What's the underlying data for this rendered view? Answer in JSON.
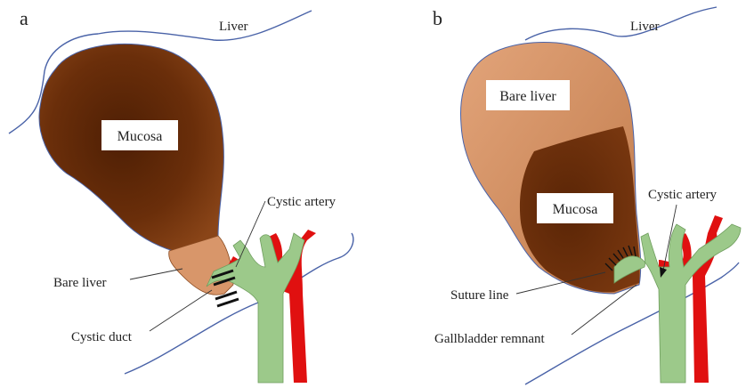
{
  "panels": [
    {
      "letter": "a",
      "labels": {
        "liver": "Liver",
        "mucosa": "Mucosa",
        "cystic_artery": "Cystic artery",
        "bare_liver": "Bare liver",
        "cystic_duct": "Cystic duct"
      }
    },
    {
      "letter": "b",
      "labels": {
        "liver": "Liver",
        "bare_liver": "Bare liver",
        "mucosa": "Mucosa",
        "cystic_artery": "Cystic artery",
        "suture_line": "Suture line",
        "gallbladder_remnant": "Gallbladder remnant"
      }
    }
  ],
  "colors": {
    "mucosa_dark": "#5a2506",
    "mucosa_mid": "#7a3810",
    "bare_liver": "#d8966a",
    "artery": "#e01010",
    "duct": "#9cc98a",
    "duct_dark": "#78ac66",
    "liver_outline": "#4a63a8"
  }
}
